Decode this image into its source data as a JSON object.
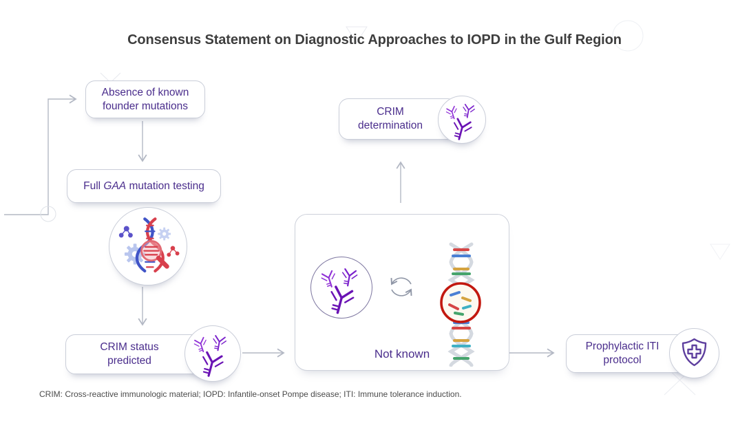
{
  "title": "Consensus Statement on Diagnostic Approaches to IOPD in the Gulf Region",
  "flowchart": {
    "absence_box": {
      "line1": "Absence of known",
      "line2": "founder mutations"
    },
    "gaa_box": {
      "pre": "Full ",
      "gene": "GAA",
      "post": " mutation testing"
    },
    "crim_status_box": {
      "line1": "CRIM status",
      "line2": "predicted"
    },
    "crim_determination_box": {
      "line1": "CRIM",
      "line2": "determination"
    },
    "not_known_box": {
      "label": "Not known"
    },
    "iti_box": {
      "line1": "Prophylactic ITI",
      "line2": "protocol"
    }
  },
  "icons": {
    "genetic_testing": "dna-gear-magnifier-icon",
    "antibody_trio": "antibody-trio-icon",
    "cycle": "refresh-cycle-icon",
    "dna_variant": "dna-helix-red-circle-icon",
    "shield": "shield-cross-icon"
  },
  "footer": "CRIM: Cross-reactive immunologic material; IOPD: Infantile-onset Pompe disease; ITI: Immune tolerance induction.",
  "colors": {
    "node_text": "#4a2d8c",
    "antibody_purple": "#7b22cc",
    "box_border": "#c9cdd8",
    "arrow_gray": "#b3b8c4",
    "title_text": "#3e3e3e",
    "footer_text": "#4b4b4b",
    "variant_ring_red": "#c2180f"
  }
}
